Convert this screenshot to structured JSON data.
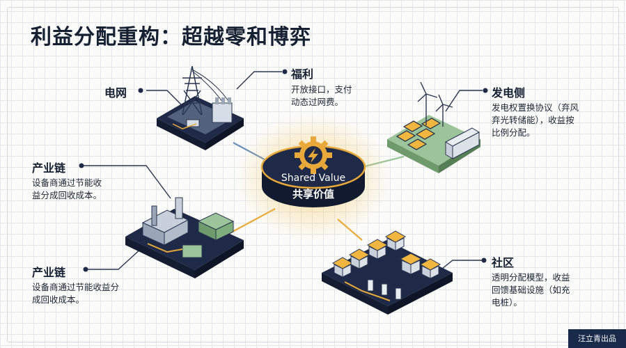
{
  "title": "利益分配重构：超越零和博弈",
  "hub": {
    "en": "Shared Value",
    "zh": "共享价值"
  },
  "labels": {
    "grid": {
      "head": "电网"
    },
    "welfare": {
      "head": "福利",
      "body": "开放接口，支付\n动态过网费。"
    },
    "generation": {
      "head": "发电侧",
      "body": "发电权置换协议（弃风\n弃光转储能），收益按\n比例分配。"
    },
    "industry_top": {
      "head": "产业链",
      "body": "设备商通过节能收\n益分成回收成本。"
    },
    "industry_bottom": {
      "head": "产业链",
      "body": "设备商通过节能收益分\n成回收成本。"
    },
    "community": {
      "head": "社区",
      "body": "透明分配模型，收益\n回馈基础设施（如充\n电桩）。"
    }
  },
  "badge": "汪立青出品",
  "colors": {
    "navy": "#1e2a47",
    "accent_gold": "#e8a93a",
    "green_platform": "#9cc49a",
    "blue_line": "#6c8fb8"
  },
  "icons": [
    "gear-lightning-icon",
    "power-tower-icon",
    "wind-turbine-icon",
    "factory-icon",
    "house-icon"
  ]
}
